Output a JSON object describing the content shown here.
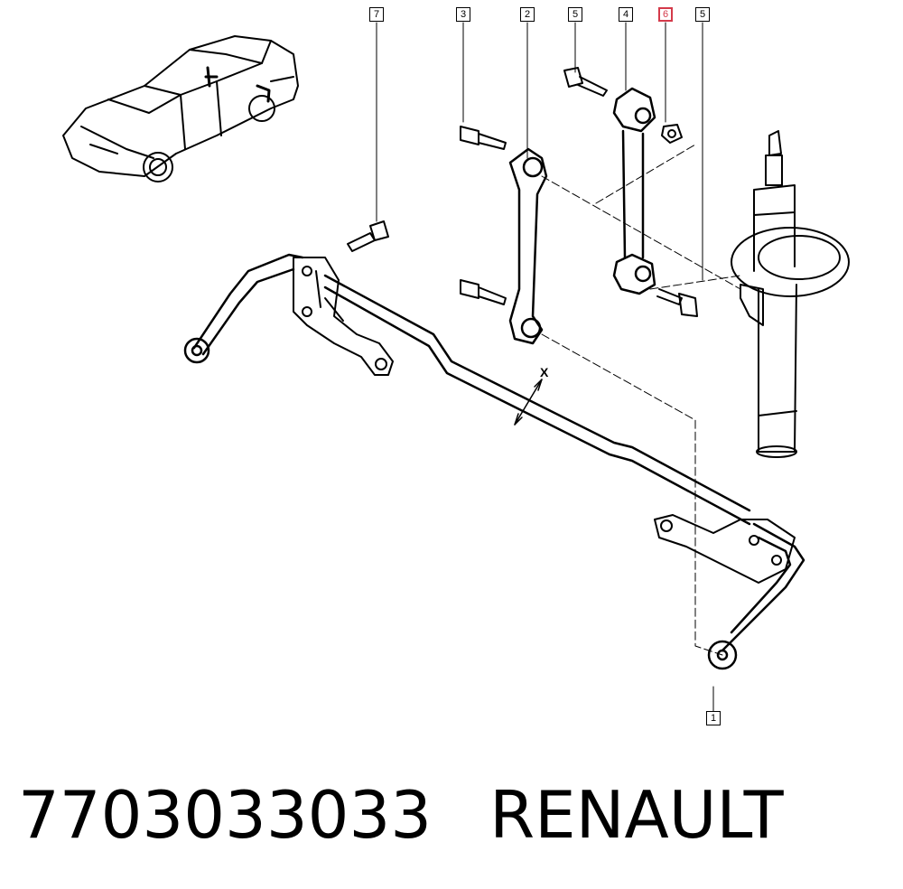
{
  "diagram": {
    "callouts": [
      {
        "id": "c7",
        "label": "7",
        "highlighted": false
      },
      {
        "id": "c3",
        "label": "3",
        "highlighted": false
      },
      {
        "id": "c2",
        "label": "2",
        "highlighted": false
      },
      {
        "id": "c5a",
        "label": "5",
        "highlighted": false
      },
      {
        "id": "c4",
        "label": "4",
        "highlighted": false
      },
      {
        "id": "c6",
        "label": "6",
        "highlighted": true
      },
      {
        "id": "c5b",
        "label": "5",
        "highlighted": false
      },
      {
        "id": "c1",
        "label": "1",
        "highlighted": false
      }
    ],
    "dimension_label": "X",
    "highlight_color": "#d43a4a"
  },
  "footer": {
    "part_number": "7703033033",
    "brand": "RENAULT"
  }
}
